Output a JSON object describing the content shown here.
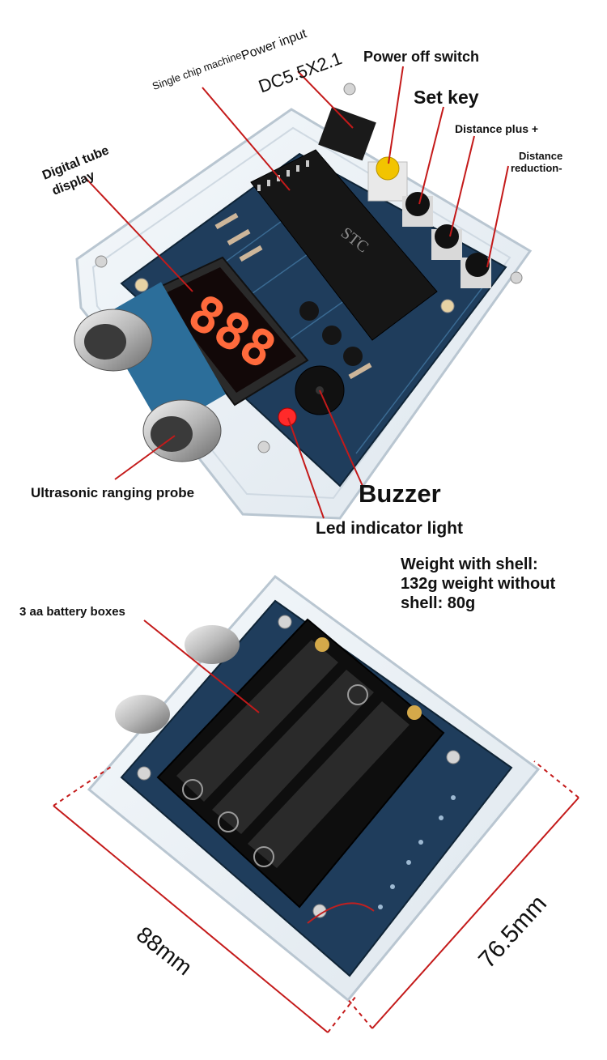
{
  "top_labels": {
    "single_chip": "Single chip machine",
    "power_input": "Power input",
    "dc_spec": "DC5.5X2.1",
    "power_switch": "Power off switch",
    "set_key": "Set key",
    "distance_plus": "Distance plus +",
    "distance_reduction_1": "Distance",
    "distance_reduction_2": "reduction-",
    "digital_tube_1": "Digital tube",
    "digital_tube_2": "display",
    "probe": "Ultrasonic ranging probe",
    "buzzer": "Buzzer",
    "led": "Led indicator light"
  },
  "bottom_labels": {
    "battery": "3 aa battery boxes",
    "weight_line1": "Weight with shell:",
    "weight_line2": "132g weight without",
    "weight_line3": "shell: 80g",
    "length": "88mm",
    "width": "76.5mm"
  },
  "display_digits": "888",
  "chip_marking": "STC",
  "colors": {
    "pcb": "#1f3d5c",
    "led_segment": "#ff6a3c",
    "callout_line": "#c41a1a"
  }
}
